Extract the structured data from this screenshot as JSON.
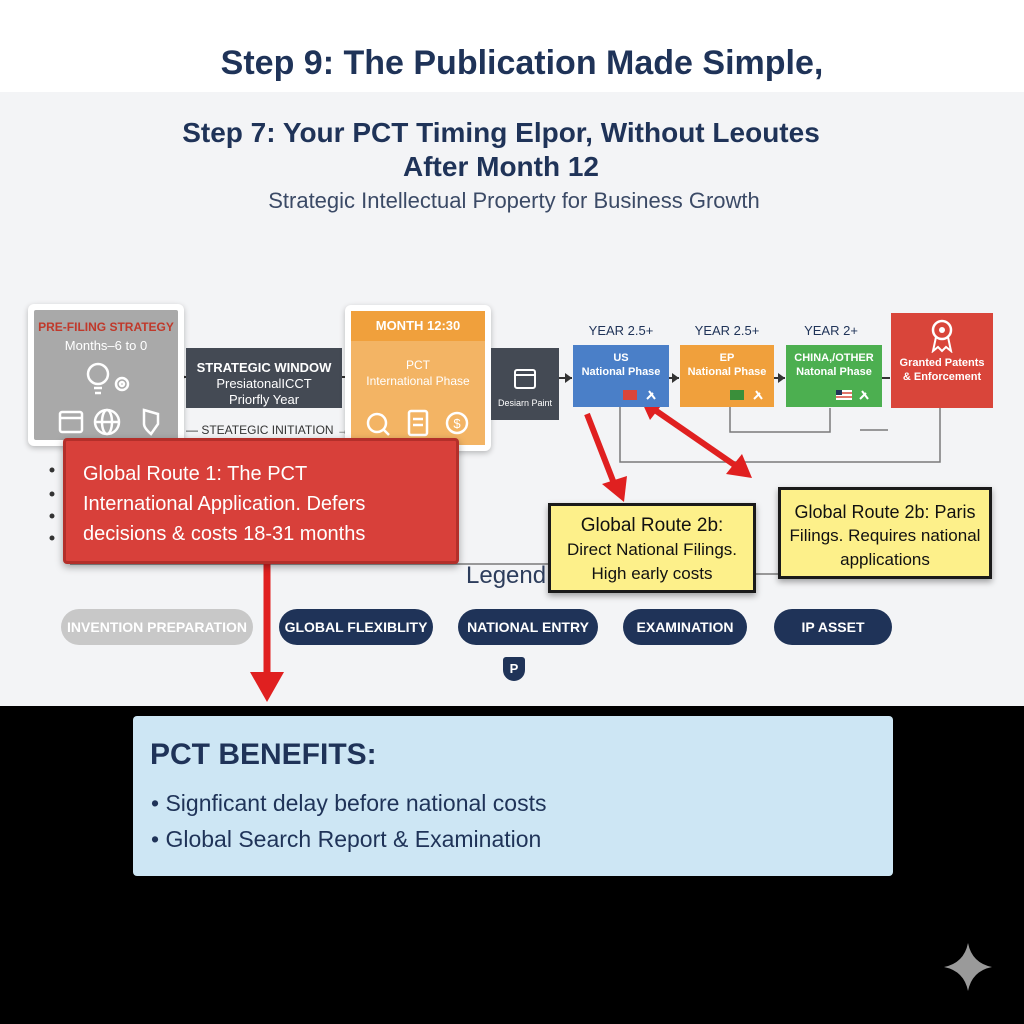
{
  "header": {
    "top_title": "Step 9: The Publication Made Simple,",
    "main_title_line1": "Step 7: Your PCT Timing Elpor, Without Leoutes",
    "main_title_line2": "After Month 12",
    "subtitle": "Strategic Intellectual Property for Business Growth"
  },
  "timeline": {
    "pre_filing": {
      "title": "PRE-FILING STRATEGY",
      "sub": "Months–6 to 0"
    },
    "strategic_window": {
      "line1": "STRATEGIC WINDOW",
      "line2": "PresiatonalICCT",
      "line3": "Priorfly Year"
    },
    "initiation_label": "— STEATEGIC INITIATION →",
    "month": {
      "head": "MONTH 12:30",
      "line1": "PCT",
      "line2": "International Phase"
    },
    "design_paint": "Desiarn Paint",
    "us": {
      "year": "YEAR 2.5+",
      "line1": "US",
      "line2": "National Phase"
    },
    "ep": {
      "year": "YEAR 2.5+",
      "line1": "EP",
      "line2": "National Phase"
    },
    "china": {
      "year": "YEAR 2+",
      "line1": "CHINA,/OTHER",
      "line2": "Natonal Phase"
    },
    "granted": {
      "line1": "Granted Patents",
      "line2": "& Enforcement"
    }
  },
  "callouts": {
    "route1_line1": "Global Route 1: The PCT",
    "route1_line2": "International Application. Defers",
    "route1_line3": "decisions & costs 18-31 months",
    "route2b_direct_line1": "Global Route 2b:",
    "route2b_direct_line2": "Direct National Filings.",
    "route2b_direct_line3": "High early costs",
    "route2b_paris_line1": "Global Route 2b: Paris",
    "route2b_paris_line2": "Filings. Requires national",
    "route2b_paris_line3": "applications"
  },
  "legend": {
    "title": "Legend",
    "items": [
      "INVENTION PREPARATION",
      "GLOBAL FLEXIBLITY",
      "NATIONAL ENTRY",
      "EXAMINATION",
      "IP ASSET"
    ],
    "logo_letter": "P"
  },
  "benefits": {
    "title": "PCT BENEFITS:",
    "items": [
      "Signficant delay before national costs",
      "Global Search Report & Examination"
    ]
  },
  "colors": {
    "navy": "#1f3358",
    "red": "#d8403a",
    "orange": "#f0a03c",
    "blue": "#4a7fc8",
    "green": "#4caf50",
    "yellow": "#fdf08a",
    "benefits_bg": "#cde6f4"
  }
}
